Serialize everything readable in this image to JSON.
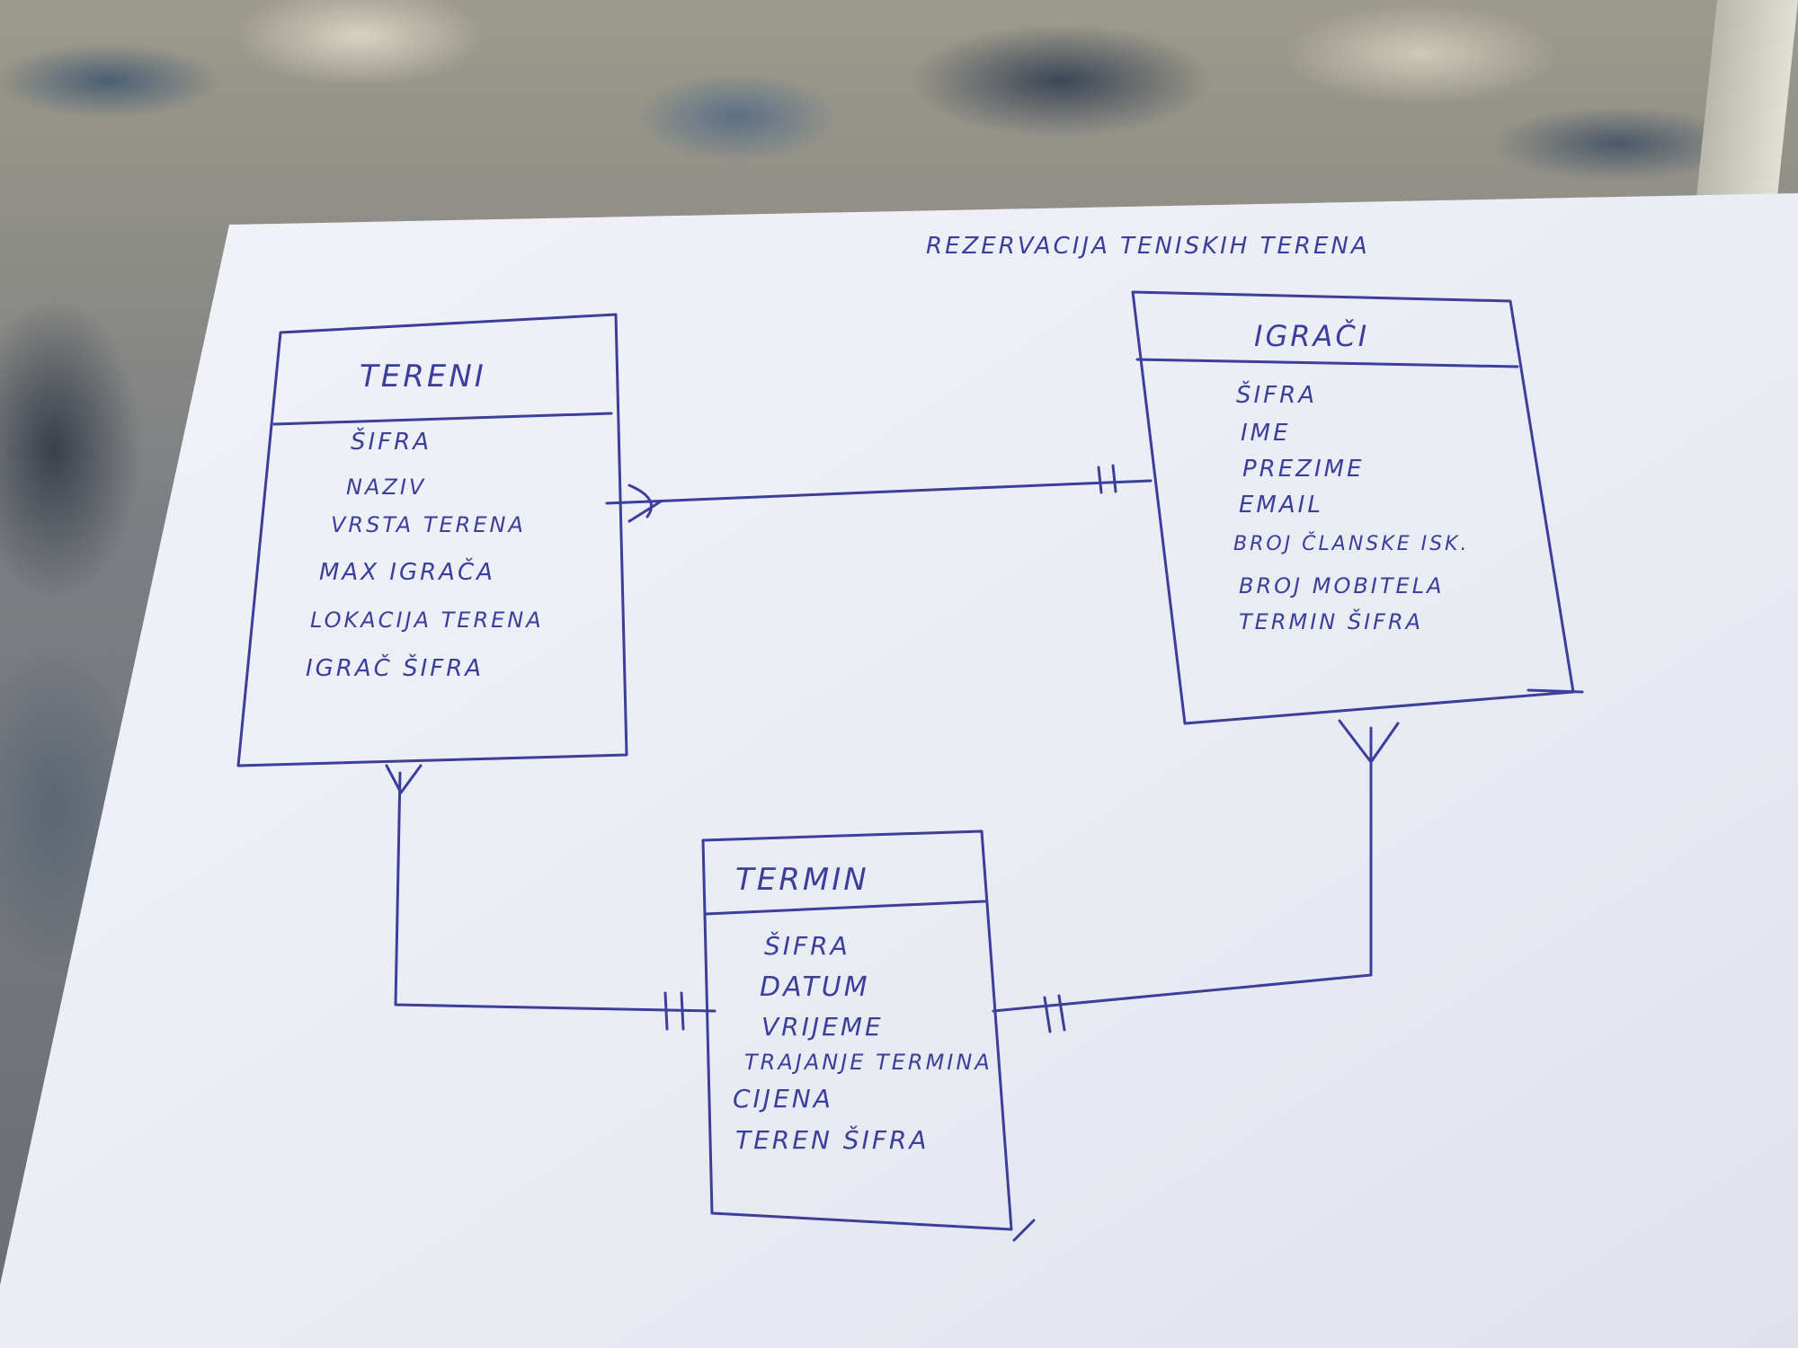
{
  "title": "REZERVACIJA TENISKIH TERENA",
  "entities": {
    "tereni": {
      "name": "TERENI",
      "attributes": [
        "ŠIFRA",
        "NAZIV",
        "VRSTA TERENA",
        "MAX IGRAČA",
        "LOKACIJA TERENA",
        "IGRAČ ŠIFRA"
      ]
    },
    "igraci": {
      "name": "IGRAČI",
      "attributes": [
        "ŠIFRA",
        "IME",
        "PREZIME",
        "EMAIL",
        "BROJ ČLANSKE ISK.",
        "BROJ MOBITELA",
        "TERMIN ŠIFRA"
      ]
    },
    "termin": {
      "name": "TERMIN",
      "attributes": [
        "ŠIFRA",
        "DATUM",
        "VRIJEME",
        "TRAJANJE TERMINA",
        "CIJENA",
        "TEREN ŠIFRA"
      ]
    }
  },
  "relationships": [
    {
      "from": "tereni",
      "from_cardinality": "many",
      "to": "igraci",
      "to_cardinality": "one"
    },
    {
      "from": "tereni",
      "from_cardinality": "many",
      "to": "termin",
      "to_cardinality": "one"
    },
    {
      "from": "igraci",
      "from_cardinality": "many",
      "to": "termin",
      "to_cardinality": "one"
    }
  ],
  "colors": {
    "ink": "#3b3f9a",
    "paper": "#eef0f7",
    "paper_shadow": "#d9dce8"
  }
}
